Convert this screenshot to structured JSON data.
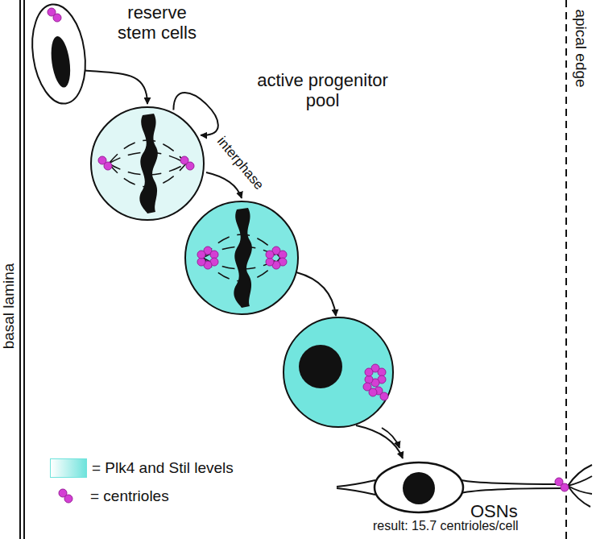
{
  "diagram": {
    "nodes": [
      {
        "text": [
          "reserve stem cells"
        ]
      },
      {
        "text": [
          "active progenitor pool"
        ]
      },
      {
        "text": [
          "OSNs",
          "result: 15.7 centrioles/cell"
        ]
      }
    ],
    "edges": [
      {
        "from": 0,
        "to": 1,
        "arrow": "to"
      },
      {
        "from": 1,
        "to": 1,
        "arrow": "to"
      }
    ],
    "labels": [
      "basal lamina",
      "apical edge",
      "interphase"
    ],
    "legend": [
      {
        "text": "= Plk4 and Stil levels",
        "color": "#6fe3dc"
      },
      {
        "text": "= centrioles"
      }
    ]
  }
}
